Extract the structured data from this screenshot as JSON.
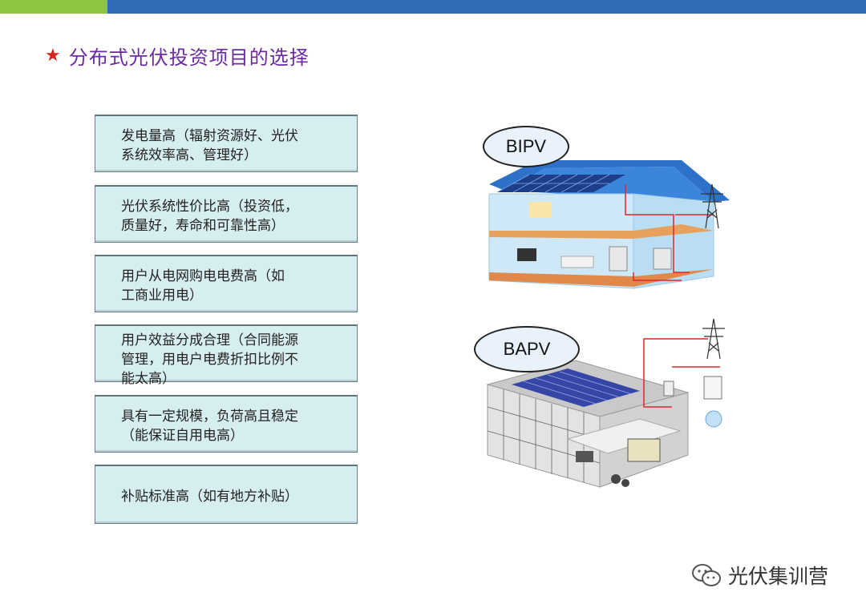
{
  "title": {
    "star": "★",
    "text": "分布式光伏投资项目的选择"
  },
  "cards": [
    {
      "line1": "发电量高（辐射资源好、光伏",
      "line2": "系统效率高、管理好）"
    },
    {
      "line1": "光伏系统性价比高（投资低，",
      "line2": "质量好，寿命和可靠性高）"
    },
    {
      "line1": "用户从电网购电电费高（如",
      "line2": "工商业用电）"
    },
    {
      "line1": "用户效益分成合理（合同能源",
      "line2": "管理，用电户电费折扣比例不",
      "line3": "能太高）"
    },
    {
      "line1": "具有一定规模，负荷高且稳定",
      "line2": "（能保证自用电高）"
    },
    {
      "line1": "补贴标准高（如有地方补贴）"
    }
  ],
  "labels": {
    "bipv": "BIPV",
    "bapv": "BAPV"
  },
  "watermark": {
    "text": "光伏集训营"
  },
  "colors": {
    "green": "#8cc63f",
    "blue": "#2e6db4",
    "title": "#6a2aa0",
    "star": "#d6231c",
    "card": "#d6eef0"
  }
}
